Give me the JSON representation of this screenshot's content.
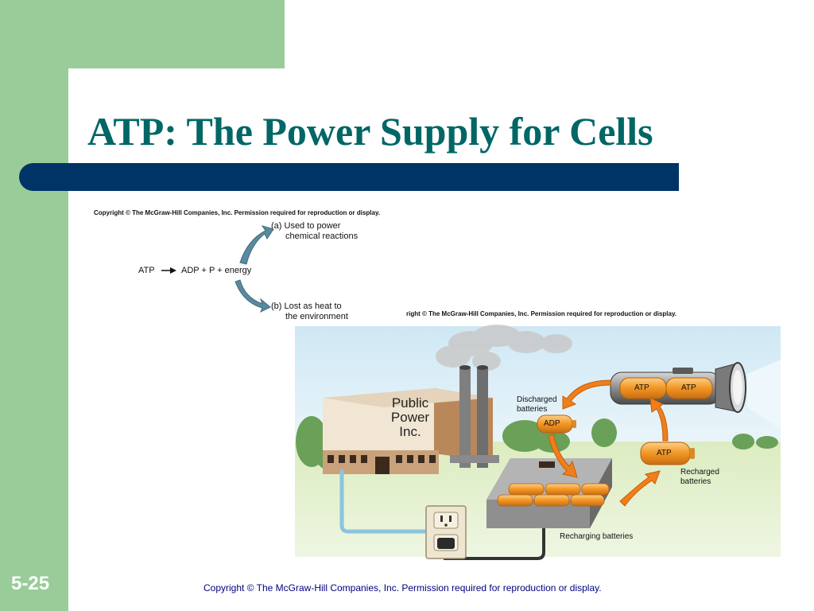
{
  "slide": {
    "title": "ATP: The Power Supply for Cells",
    "number": "5-25",
    "footer": "Copyright © The McGraw-Hill Companies, Inc. Permission required for reproduction or display."
  },
  "figure_a": {
    "copyright": "Copyright © The McGraw-Hill Companies, Inc. Permission required for reproduction or display.",
    "reactant": "ATP",
    "products": "ADP + P + energy",
    "branch_a_line1": "(a) Used to power",
    "branch_a_line2": "chemical reactions",
    "branch_b_line1": "(b) Lost as heat to",
    "branch_b_line2": "the environment"
  },
  "figure_b": {
    "copyright": "right © The McGraw-Hill Companies, Inc. Permission required for reproduction or display.",
    "building_sign": [
      "Public",
      "Power",
      "Inc."
    ],
    "discharged_label": [
      "Discharged",
      "batteries"
    ],
    "recharged_label": [
      "Recharged",
      "batteries"
    ],
    "recharging_label": "Recharging batteries",
    "battery_adp": "ADP",
    "battery_atp": "ATP",
    "flashlight_battery_1": "ATP",
    "flashlight_battery_2": "ATP"
  },
  "colors": {
    "green": "#99cc99",
    "teal_title": "#006666",
    "navy_bar": "#003366",
    "battery_orange": "#f39a28",
    "arrow_orange": "#f07e1a"
  }
}
